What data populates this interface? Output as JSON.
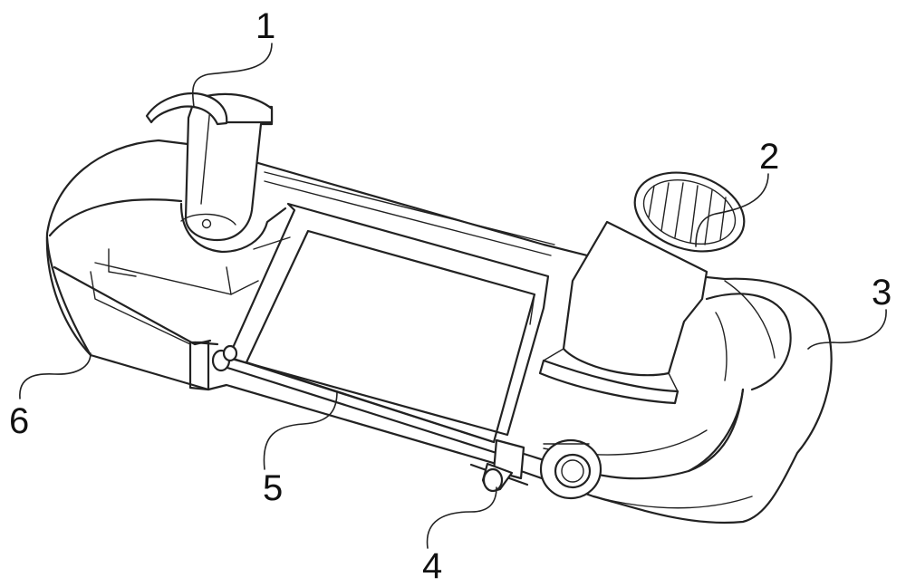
{
  "labels": {
    "part_1": "1",
    "part_2": "2",
    "part_3": "3",
    "part_4": "4",
    "part_5": "5",
    "part_6": "6"
  },
  "colors": {
    "stroke": "#222222",
    "background": "#ffffff"
  }
}
